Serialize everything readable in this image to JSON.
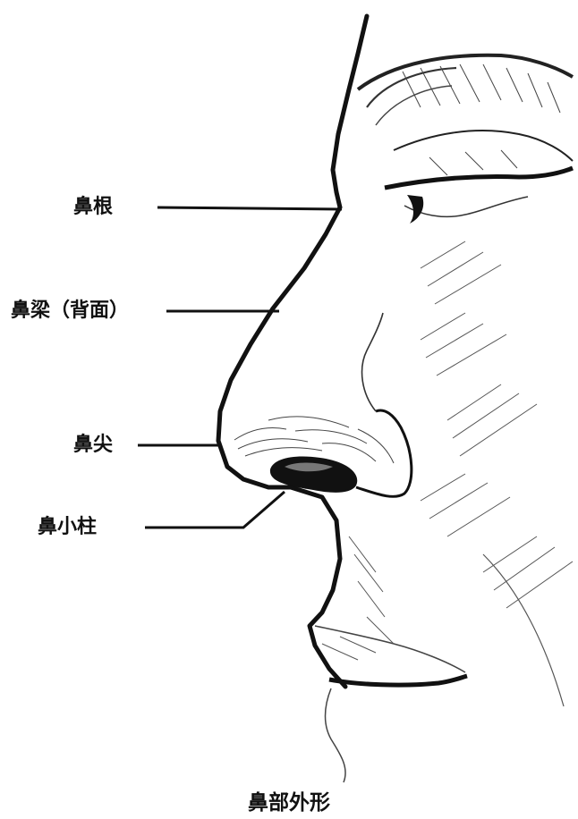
{
  "figure": {
    "caption": "鼻部外形",
    "labels": {
      "root": "鼻根",
      "bridge": "鼻梁（背面）",
      "tip": "鼻尖",
      "columella": "鼻小柱"
    }
  },
  "colors": {
    "ink": "#111111",
    "background": "#ffffff"
  }
}
